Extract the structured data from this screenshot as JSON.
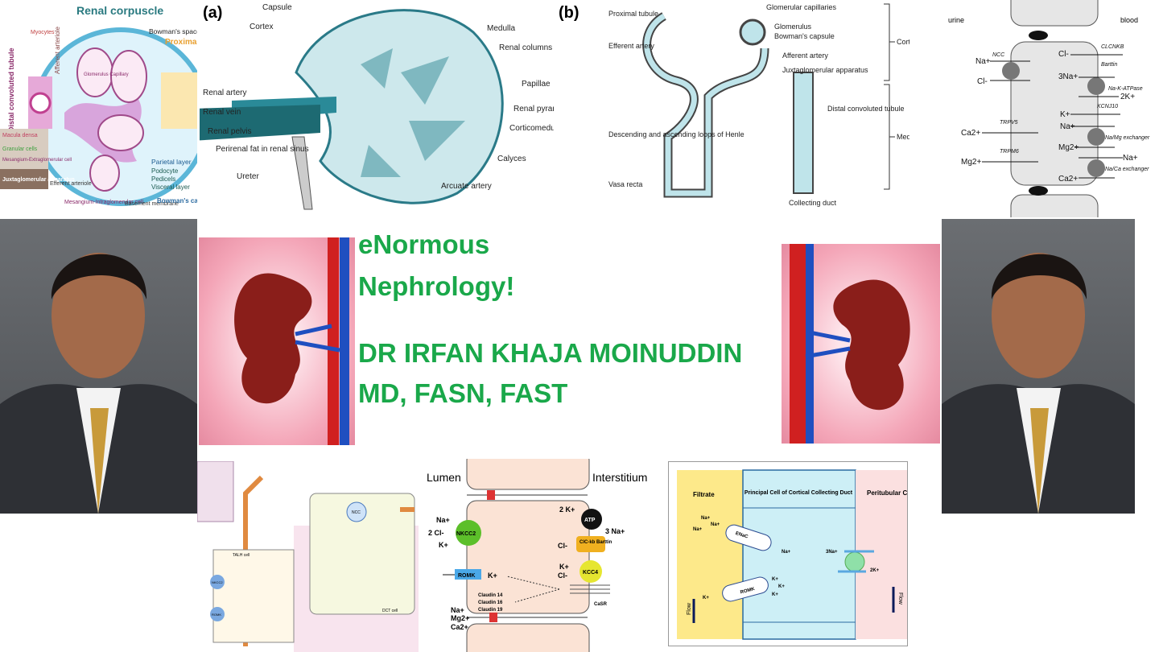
{
  "title": {
    "line1": "eNormous",
    "line2": "Nephrology!",
    "line3": "DR IRFAN KHAJA MOINUDDIN",
    "line4": "MD, FASN, FAST"
  },
  "renal_corpuscle": {
    "heading": "Renal corpuscle",
    "labels": [
      "Myocytes",
      "Afferent arteriole",
      "Bowman's space",
      "Proximal tubule",
      "Distal convoluted tubule",
      "Glomerulus Capillary",
      "Macula densa",
      "Granular cells",
      "Mesangium-Extraglomerular cell",
      "Juxtaglomerular apparatus",
      "Efferent arteriole",
      "Mesangium-Intraglomerular cell",
      "Basement membrane",
      "Parietal layer",
      "Podocyte",
      "Pedicels",
      "Visceral layer",
      "Bowman's capsule"
    ]
  },
  "kidney_a": {
    "tag": "(a)",
    "labels": [
      "Capsule",
      "Cortex",
      "Medulla",
      "Renal columns (of Bertin)",
      "Papillae",
      "Renal pyramid",
      "Corticomedullary junction",
      "Calyces",
      "Arcuate artery",
      "Renal artery",
      "Renal vein",
      "Renal pelvis",
      "Perirenal fat in renal sinus",
      "Ureter"
    ]
  },
  "nephron_b": {
    "tag": "(b)",
    "labels": [
      "Proximal tubule",
      "Glomerular capillaries",
      "Glomerulus",
      "Bowman's capsule",
      "Efferent artery",
      "Afferent artery",
      "Juxtaglomerular apparatus",
      "Distal convoluted tubule",
      "Descending and ascending loops of Henle",
      "Vasa recta",
      "Collecting duct",
      "Cortex",
      "Medulla"
    ]
  },
  "dct_cell": {
    "urine": "urine",
    "blood": "blood",
    "labels": [
      "NCC",
      "Na+",
      "Cl-",
      "TRPV5",
      "Ca2+",
      "TRPM6",
      "Mg2+",
      "CLCNKB",
      "Cl-",
      "Barttin",
      "3Na+",
      "Na-K-ATPase",
      "2K+",
      "KCNJ10",
      "K+",
      "Na+",
      "Na/Mg exchanger",
      "Mg2+",
      "Na+",
      "Na/Ca exchanger",
      "Ca2+"
    ]
  },
  "tal_cell": {
    "lumen": "Lumen",
    "interstitium": "Interstitium",
    "nkcc2": "NKCC2",
    "atp": "ATP",
    "clckb": "ClC-kb Barttin",
    "kcc4": "KCC4",
    "romk": "ROMK",
    "casr": "CaSR",
    "claudins": [
      "Claudin 14",
      "Claudin 16",
      "Claudin 19"
    ],
    "ions": [
      "Na+",
      "2 Cl-",
      "K+",
      "2 K+",
      "3 Na+",
      "Cl-",
      "K+",
      "Cl-",
      "K+",
      "Na+",
      "Mg2+",
      "Ca2+"
    ]
  },
  "ccd": {
    "filtrate": "Filtrate",
    "cell_title": "Principal Cell of Cortical Collecting Duct",
    "capillary": "Peritubular Capillary",
    "enac": "ENaC",
    "romk": "ROMK",
    "na": "Na+",
    "k": "K+",
    "na3": "3Na+",
    "k2": "2K+",
    "flow": "Flow"
  },
  "small_diagram": {
    "tal": "TALH cell",
    "dct": "DCT cell",
    "ncc": "NCC",
    "nkcc2": "NKCC2",
    "romk": "ROMK"
  },
  "colors": {
    "title": "#1aa84a",
    "filtrate": "#fde98a",
    "cell": "#cdeff6",
    "capillary": "#fbe0e0",
    "tal_bg": "#fbe3d5"
  }
}
